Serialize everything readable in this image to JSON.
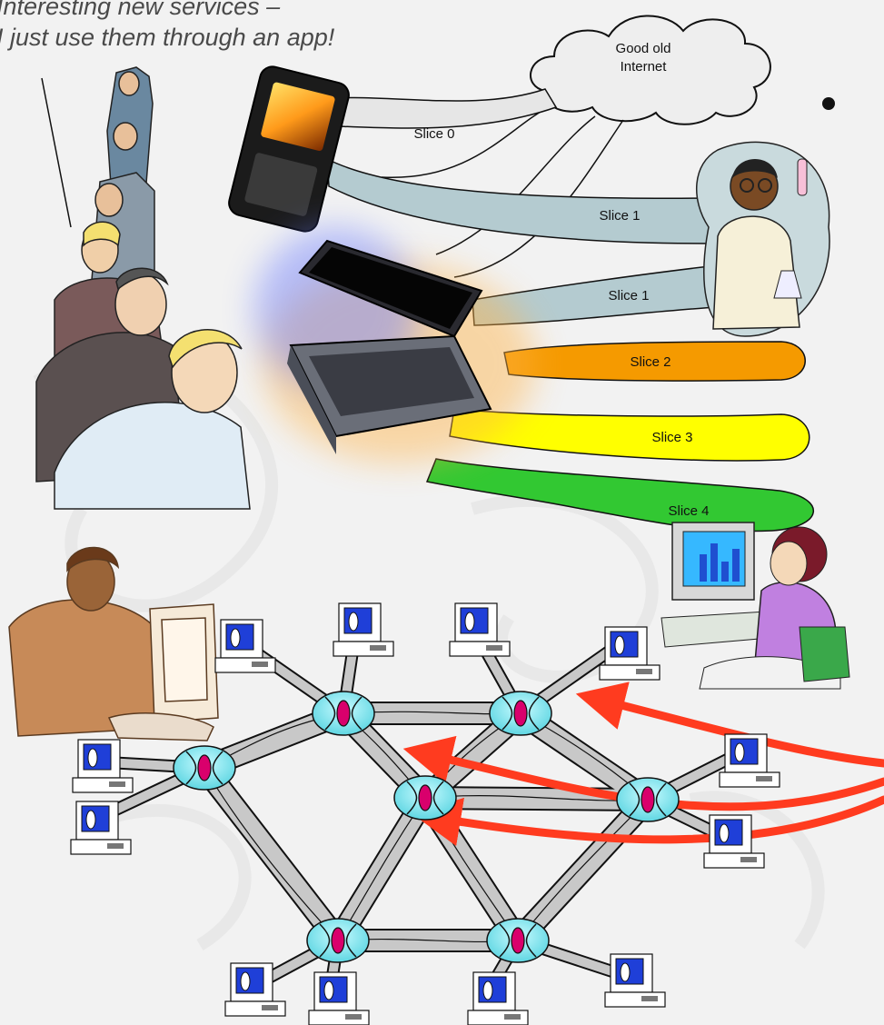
{
  "caption": {
    "line1": "Interesting new services –",
    "line2": "I just use them through an app!"
  },
  "cloud": {
    "line1": "Good old",
    "line2": "Internet"
  },
  "slices": [
    {
      "label": "Slice 0",
      "color": "#e6e6e6"
    },
    {
      "label": "Slice 1",
      "color": "#b4cbd0"
    },
    {
      "label": "Slice 1",
      "color": "#b4cbd0"
    },
    {
      "label": "Slice 2",
      "color": "#f59a00"
    },
    {
      "label": "Slice 3",
      "color": "#ffff00"
    },
    {
      "label": "Slice 4",
      "color": "#32c832"
    }
  ],
  "colors": {
    "router": "#7fe8f0",
    "router_core": "#d9006c",
    "terminal_screen": "#1f3fd8",
    "arrow": "#ff3b1f",
    "link": "#c8c8c8"
  },
  "icons": [
    "queue-of-people",
    "smartphone",
    "laptop",
    "scientist",
    "woman-at-computer",
    "man-at-computer",
    "router",
    "terminal"
  ]
}
